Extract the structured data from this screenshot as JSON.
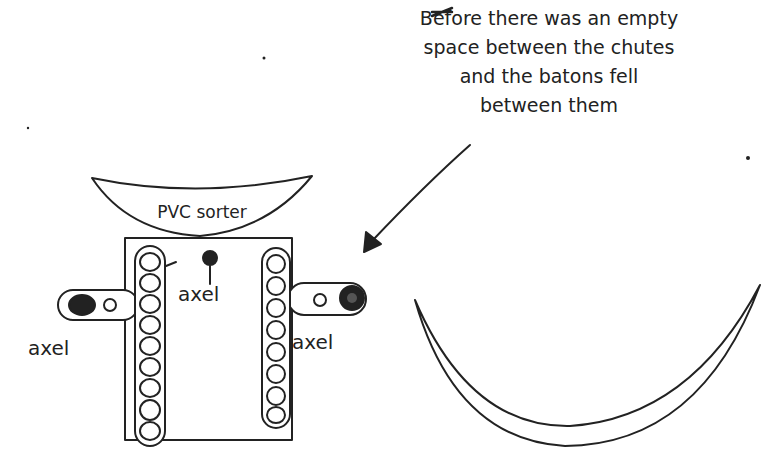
{
  "diagram": {
    "nodes": [
      {
        "text": [
          "PVC sorter"
        ]
      }
    ],
    "labels": [
      "Before there was an empty space between the chutes and the batons fell between them",
      "axel",
      "axel",
      "axel"
    ]
  }
}
